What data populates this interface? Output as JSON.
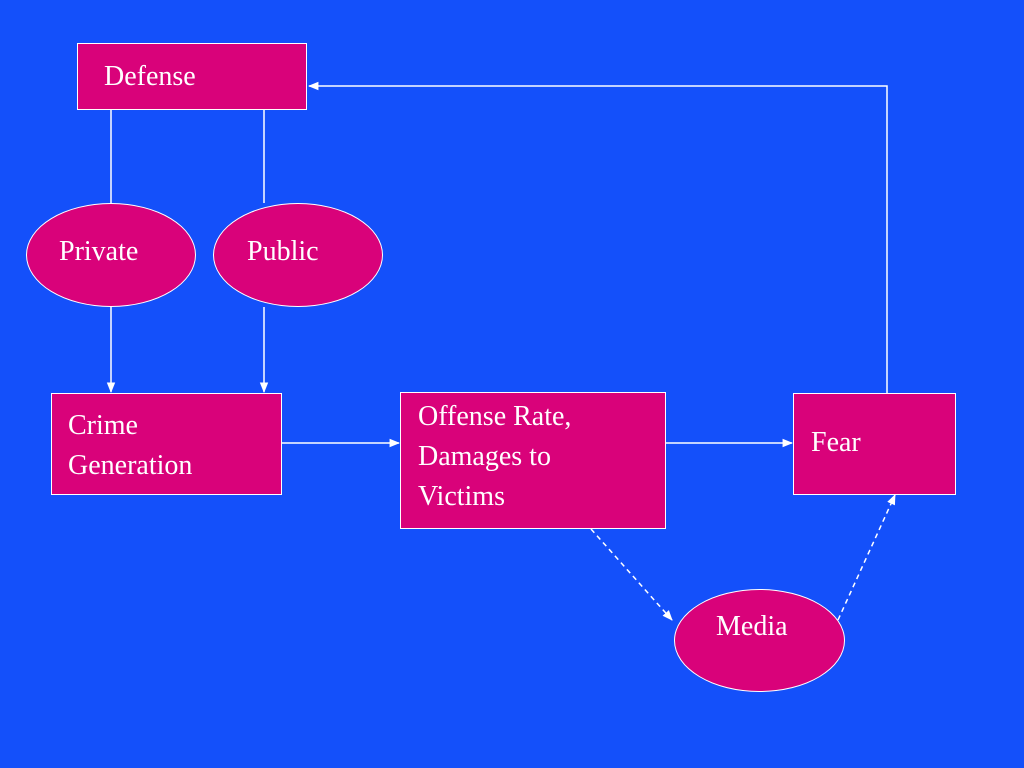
{
  "nodes": {
    "defense": "Defense",
    "private": "Private",
    "public": "Public",
    "crime_generation": "Crime\nGeneration",
    "offense_rate": "Offense Rate,\nDamages to\nVictims",
    "fear": "Fear",
    "media": "Media"
  },
  "colors": {
    "background": "#1450fa",
    "node_fill": "#d9027a",
    "line": "#ffffff"
  },
  "edges": [
    {
      "from": "defense",
      "to": "private",
      "style": "solid",
      "arrow": false
    },
    {
      "from": "defense",
      "to": "public",
      "style": "solid",
      "arrow": false
    },
    {
      "from": "private",
      "to": "crime_generation",
      "style": "solid",
      "arrow": true
    },
    {
      "from": "public",
      "to": "crime_generation",
      "style": "solid",
      "arrow": true
    },
    {
      "from": "crime_generation",
      "to": "offense_rate",
      "style": "solid",
      "arrow": true
    },
    {
      "from": "offense_rate",
      "to": "fear",
      "style": "solid",
      "arrow": true
    },
    {
      "from": "fear",
      "to": "defense",
      "style": "solid",
      "arrow": true
    },
    {
      "from": "offense_rate",
      "to": "media",
      "style": "dashed",
      "arrow": true
    },
    {
      "from": "media",
      "to": "fear",
      "style": "dashed",
      "arrow": true
    }
  ]
}
